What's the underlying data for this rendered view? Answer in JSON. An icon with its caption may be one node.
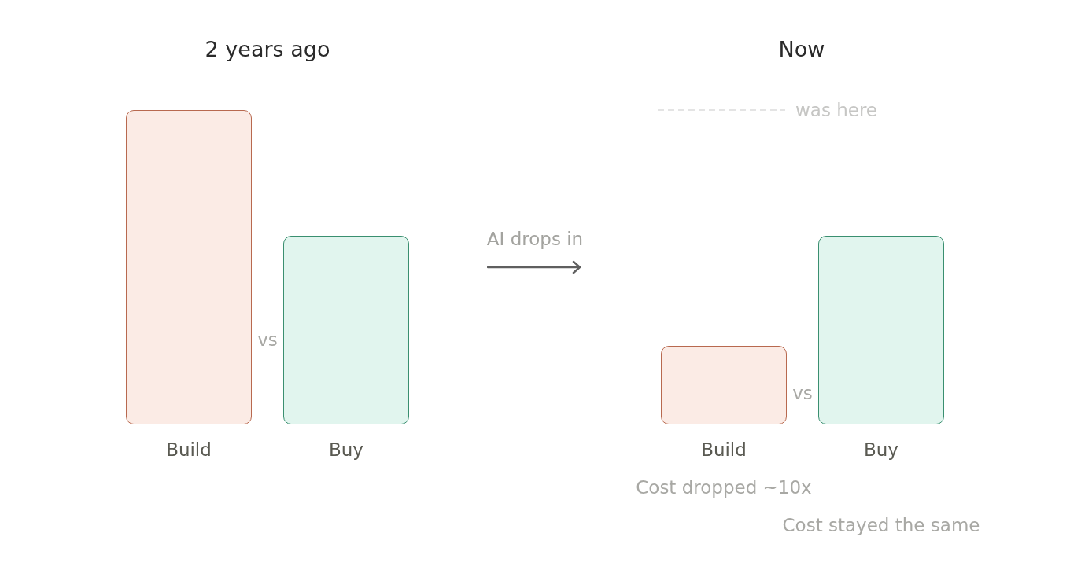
{
  "diagram": {
    "nodes": [
      {
        "text": [
          "Build"
        ]
      },
      {
        "text": [
          "Buy"
        ]
      },
      {
        "text": [
          "Build"
        ],
        "beside": [
          "Cost dropped ~10x"
        ]
      },
      {
        "text": [
          "Buy"
        ]
      }
    ],
    "labels": [
      "2 years ago",
      "Now",
      "was here",
      "AI drops in",
      "vs",
      "vs",
      "Cost stayed the same"
    ]
  }
}
